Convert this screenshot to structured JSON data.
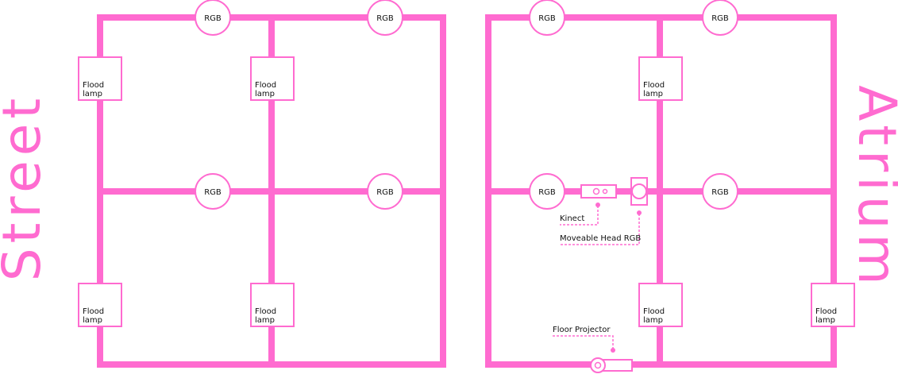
{
  "colors": {
    "accent": "#ff6bd0",
    "background": "#ffffff",
    "label_text": "#111111"
  },
  "street": {
    "title": "Street",
    "rgb_labels": [
      "RGB",
      "RGB",
      "RGB",
      "RGB"
    ],
    "floods": [
      {
        "line1": "Flood",
        "line2": "lamp"
      },
      {
        "line1": "Flood",
        "line2": "lamp"
      },
      {
        "line1": "Flood",
        "line2": "lamp"
      },
      {
        "line1": "Flood",
        "line2": "lamp"
      }
    ]
  },
  "atrium": {
    "title": "Atrium",
    "rgb_labels": [
      "RGB",
      "RGB",
      "RGB",
      "RGB"
    ],
    "floods": [
      {
        "line1": "Flood",
        "line2": "lamp"
      },
      {
        "line1": "Flood",
        "line2": "lamp"
      },
      {
        "line1": "Flood",
        "line2": "lamp"
      }
    ],
    "kinect_label": "Kinect",
    "moving_head_label": "Moveable Head RGB",
    "floor_projector_label": "Floor Projector"
  }
}
